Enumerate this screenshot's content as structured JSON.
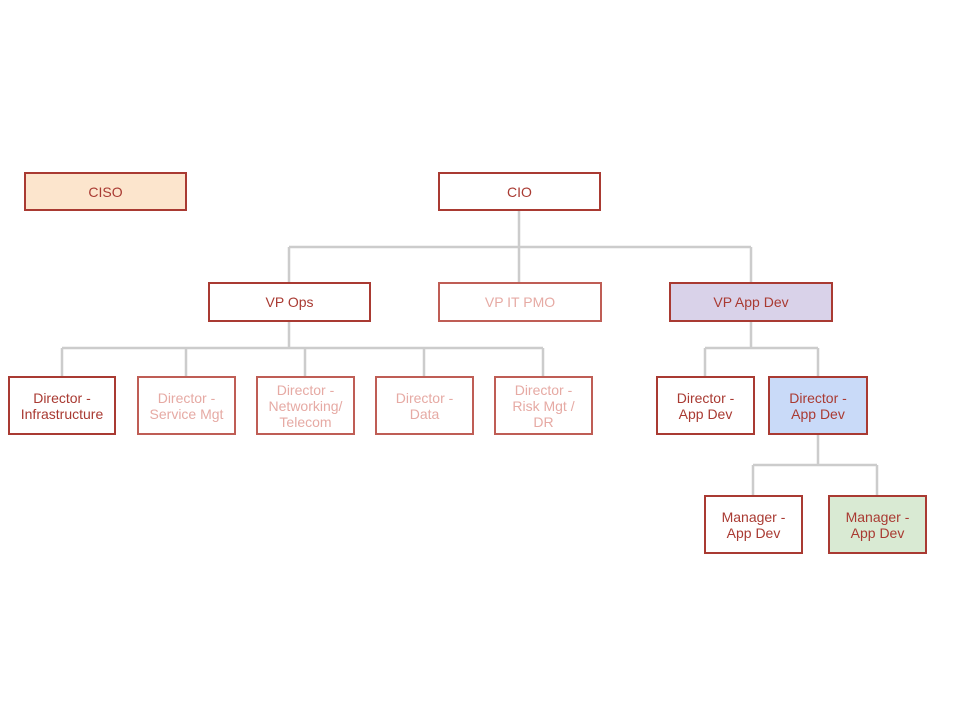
{
  "chart": {
    "nodes": {
      "ciso": "CISO",
      "cio": "CIO",
      "vp_ops": "VP Ops",
      "vp_it_pmo": "VP IT PMO",
      "vp_app_dev": "VP App Dev",
      "dir_infrastructure": "Director -\nInfrastructure",
      "dir_service_mgt": "Director -\nService Mgt",
      "dir_networking": "Director -\nNetworking/\nTelecom",
      "dir_data": "Director -\nData",
      "dir_risk": "Director -\nRisk Mgt /\nDR",
      "dir_app_dev_1": "Director -\nApp Dev",
      "dir_app_dev_2": "Director -\nApp Dev",
      "mgr_app_dev_1": "Manager  -\nApp Dev",
      "mgr_app_dev_2": "Manager -\nApp Dev"
    },
    "colors": {
      "border": "#a93a32",
      "text": "#a93a32",
      "faded_text": "#e6aaa4",
      "connector": "#cccccc",
      "ciso_fill": "#fce5cd",
      "vp_app_dev_fill": "#d9d2e9",
      "dir_app_dev_2_fill": "#c9daf8",
      "mgr_app_dev_2_fill": "#d9ead3"
    }
  }
}
